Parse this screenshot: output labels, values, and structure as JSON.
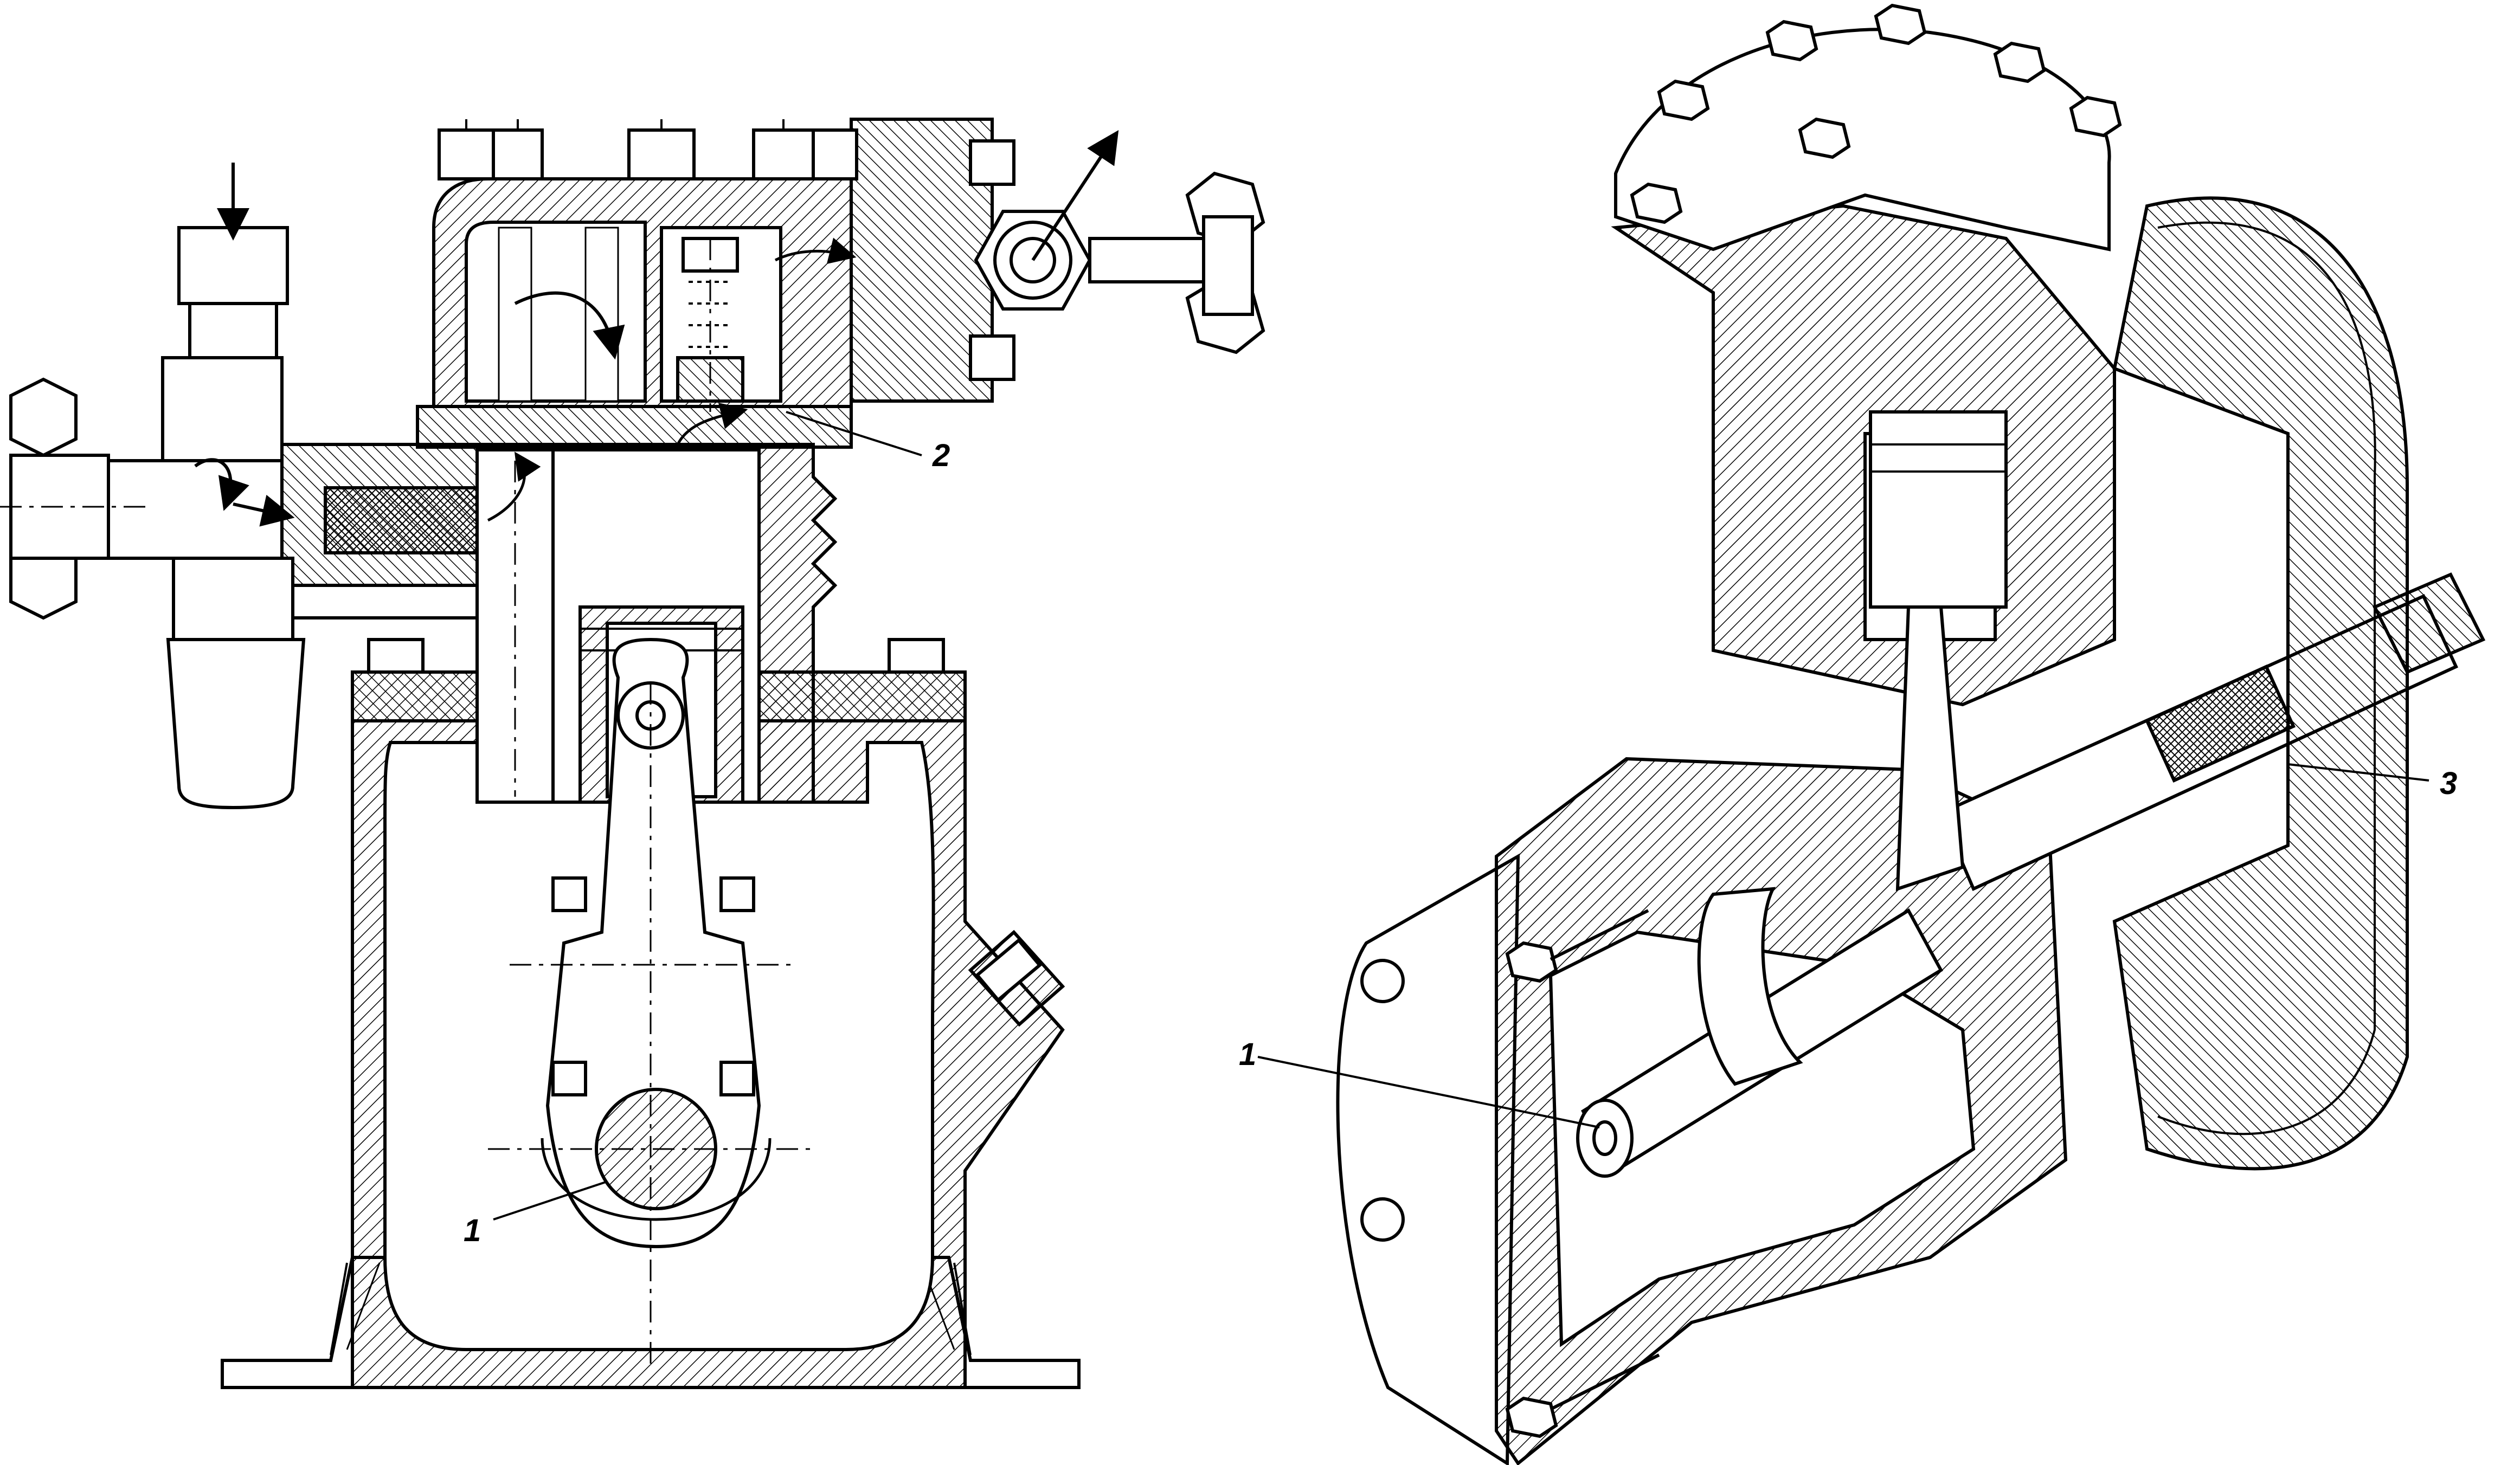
{
  "labels": {
    "section_crankshaft": "1",
    "section_valve_plate": "2",
    "cutaway_crankshaft": "1",
    "cutaway_shaft_seal": "3"
  },
  "colors": {
    "ink": "#000000",
    "paper": "#ffffff"
  },
  "icons": {
    "flow_arrow": "curved-arrow-icon"
  }
}
